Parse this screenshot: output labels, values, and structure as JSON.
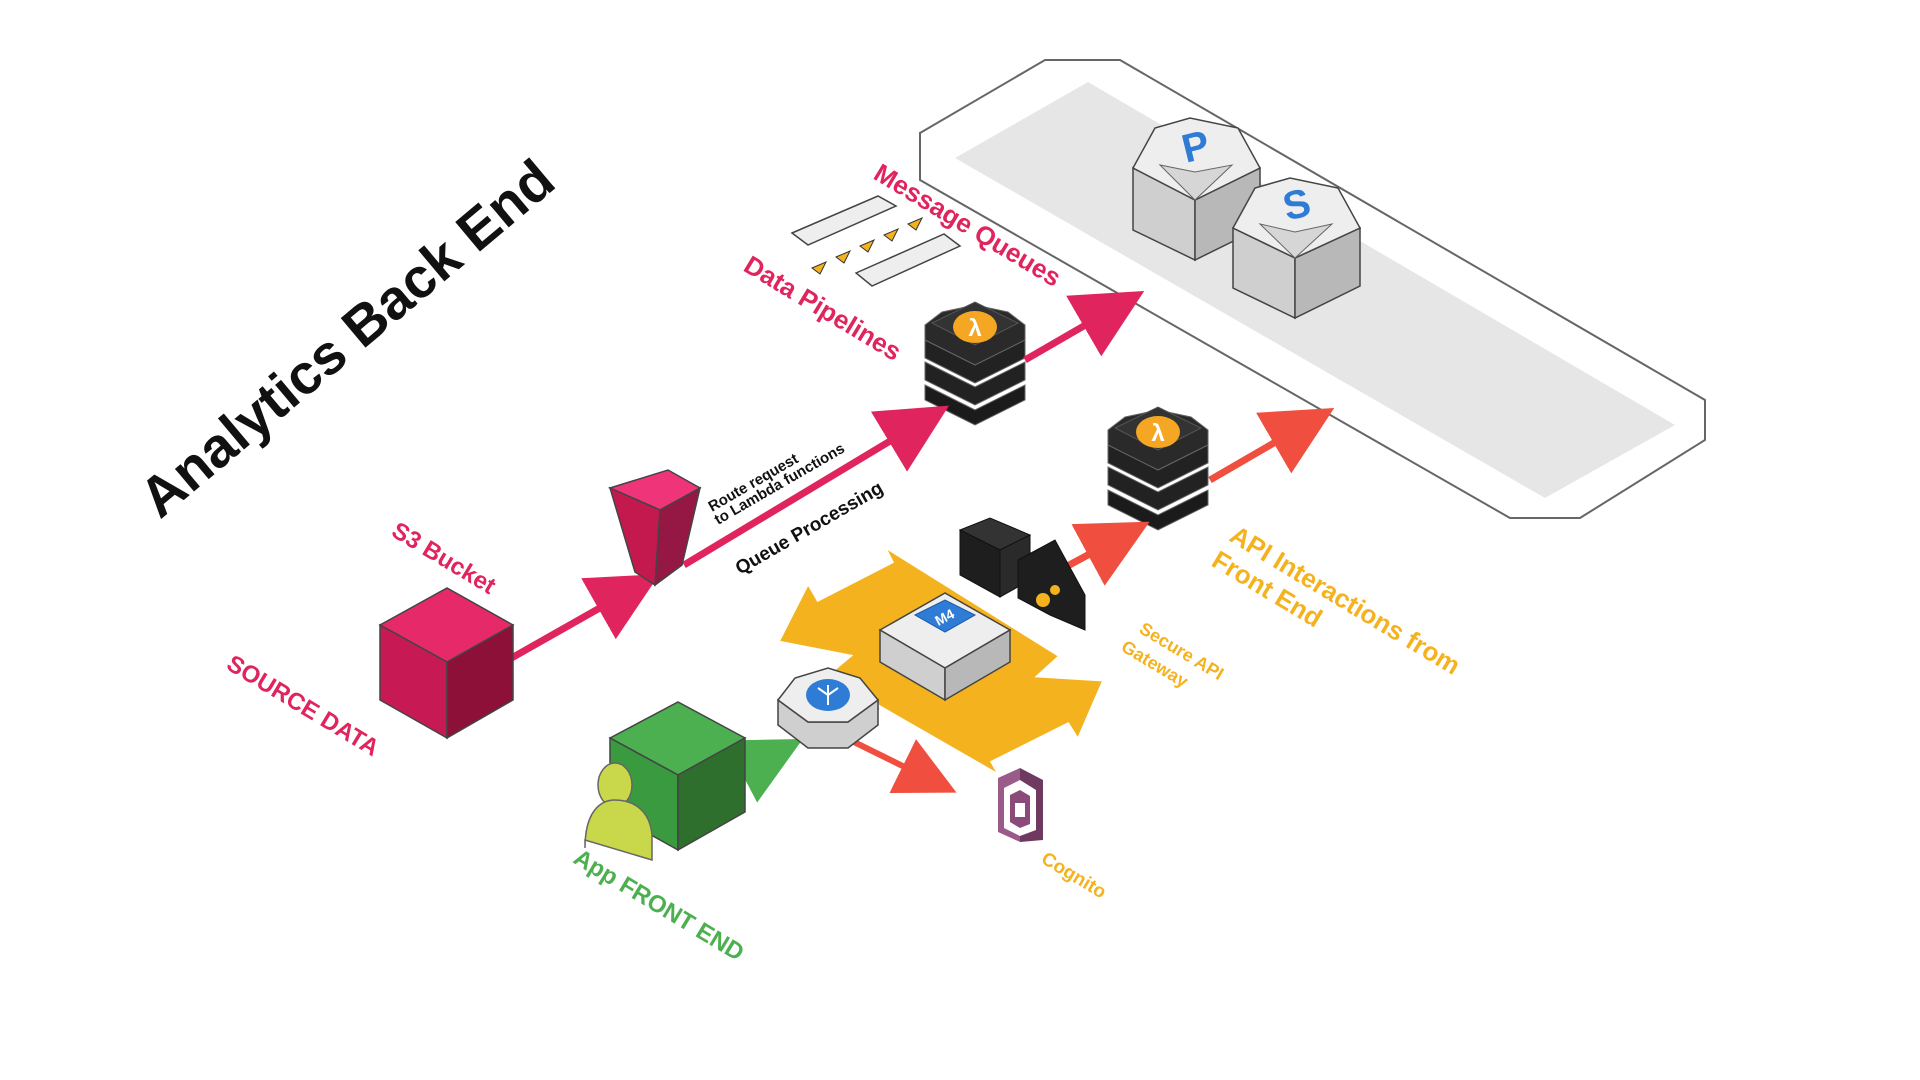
{
  "title": "Analytics Back End",
  "labels": {
    "source_data": "SOURCE DATA",
    "s3_bucket": "S3 Bucket",
    "route_request_1": "Route request",
    "route_request_2": "to Lambda functions",
    "queue_processing": "Queue Processing",
    "data_pipelines": "Data Pipelines",
    "message_queues": "Message Queues",
    "api_interactions_1": "API Interactions from",
    "api_interactions_2": "Front End",
    "secure_api_1": "Secure API",
    "secure_api_2": "Gateway",
    "app_front_end": "App FRONT END",
    "cognito": "Cognito",
    "m4_badge": "M4",
    "lambda_glyph": "λ",
    "queue_p": "P",
    "queue_s": "S"
  },
  "colors": {
    "pink": "#e0245e",
    "orange": "#f5b21f",
    "red": "#f04e3e",
    "green": "#4cb050",
    "cognito": "#8a4a7a",
    "black_text": "#111111"
  }
}
